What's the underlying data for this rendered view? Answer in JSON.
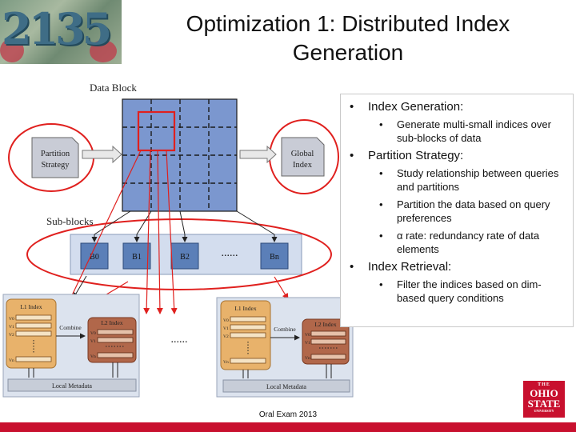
{
  "title": "Optimization 1: Distributed Index Generation",
  "logo": {
    "digits": "2135",
    "icon": "campus-photo-icon"
  },
  "diagram": {
    "data_block_label": "Data Block",
    "partition_strategy_label": [
      "Partition",
      "Strategy"
    ],
    "global_index_label": [
      "Global",
      "Index"
    ],
    "sub_blocks_label": "Sub-blocks",
    "sub_blocks": [
      "B0",
      "B1",
      "B2",
      "Bn"
    ],
    "ellipsis": "......",
    "node_l1_index": "L1 Index",
    "node_l2_index": "L2 Index",
    "combine": "Combine",
    "local_metadata": "Local Metadata",
    "l1_rows": [
      "V0",
      "V1",
      "V2",
      "Vn"
    ],
    "l2_rows": [
      "V0",
      "V1",
      "Vn"
    ],
    "between_nodes": "......",
    "highlight_color": "#e0201e",
    "block_color": "#7b97cf"
  },
  "bullets": [
    {
      "text": "Index Generation:",
      "sub": [
        "Generate multi-small indices over sub-blocks of data"
      ]
    },
    {
      "text": "Partition Strategy:",
      "sub": [
        "Study relationship between queries and partitions",
        "Partition the data based on query preferences",
        "α rate: redundancy rate of data elements"
      ]
    },
    {
      "text": "Index Retrieval:",
      "sub": [
        "Filter the indices based on dim-based query conditions"
      ]
    }
  ],
  "footer": "Oral Exam 2013",
  "osu": {
    "line1": "THE",
    "line2": "OHIO",
    "line3": "STATE",
    "line4": "UNIVERSITY"
  }
}
